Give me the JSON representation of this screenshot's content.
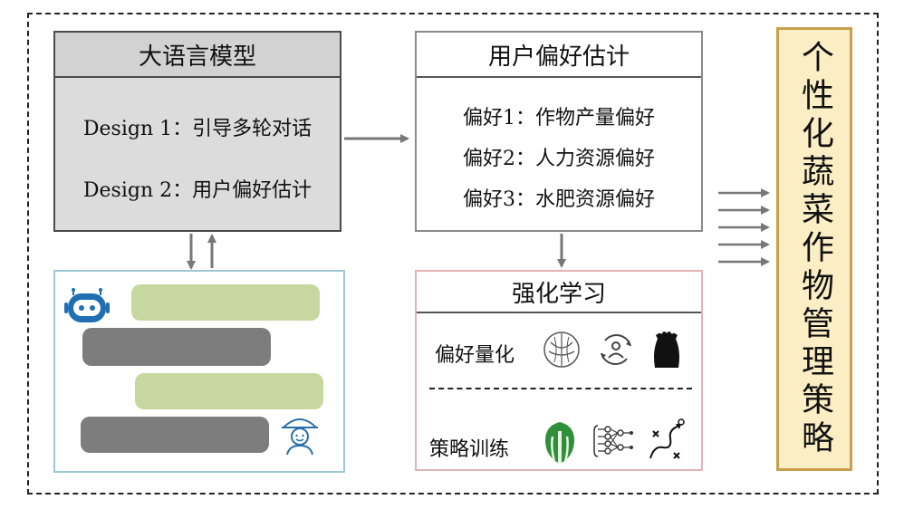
{
  "llm": {
    "title": "大语言模型",
    "design1": "Design 1：引导多轮对话",
    "design2": "Design 2：用户偏好估计"
  },
  "preference": {
    "title": "用户偏好估计",
    "items": [
      "偏好1：作物产量偏好",
      "偏好2：人力资源偏好",
      "偏好3：水肥资源偏好"
    ]
  },
  "rl": {
    "title": "强化学习",
    "quantify_label": "偏好量化",
    "train_label": "策略训练"
  },
  "output": {
    "label": "个性化蔬菜作物管理策略"
  },
  "icons": [
    "robot-icon",
    "farmer-icon",
    "cabbage-icon",
    "person-cycle-icon",
    "fertilizer-bag-icon",
    "bok-choy-icon",
    "network-icon",
    "strategy-path-icon"
  ],
  "colors": {
    "green_bubble": "#c6d89f",
    "gray_bubble": "#7d7d7d",
    "chat_border": "#9cc8d8",
    "rl_border": "#e0b4b4",
    "output_border": "#c8a04b",
    "output_fill": "#fbeec4"
  }
}
